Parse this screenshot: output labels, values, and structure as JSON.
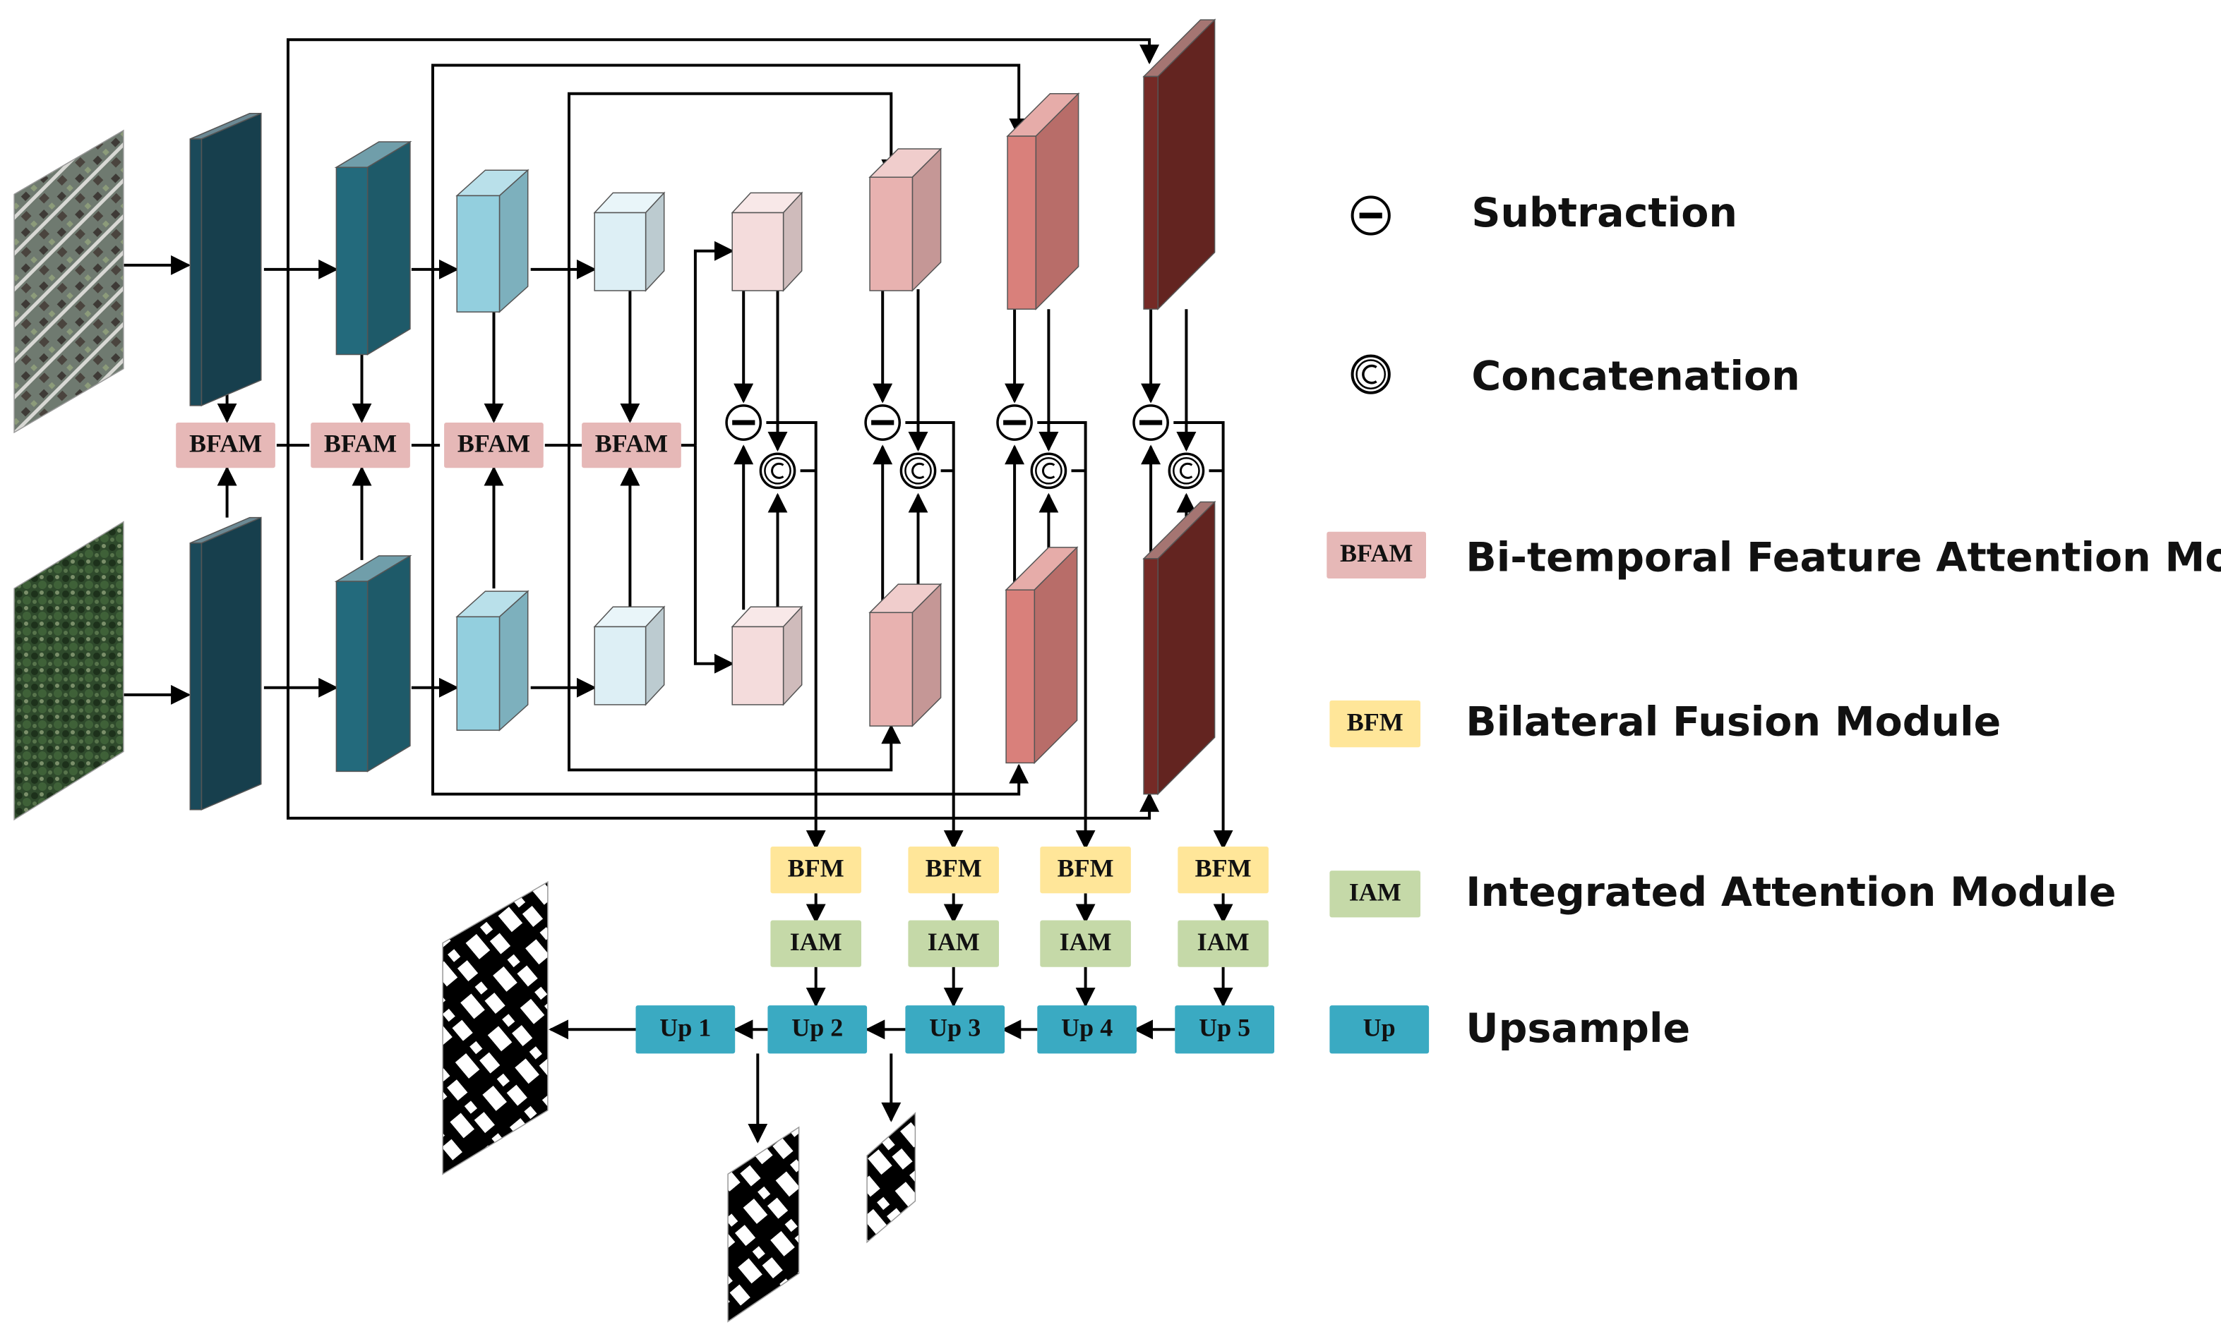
{
  "modules": {
    "bfam": "BFAM",
    "bfm": "BFM",
    "iam": "IAM",
    "up_labels": [
      "Up 1",
      "Up 2",
      "Up 3",
      "Up 4",
      "Up 5"
    ]
  },
  "symbols": {
    "subtraction": "⊖",
    "concatenation": "©"
  },
  "legend": {
    "subtraction": "Subtraction",
    "concatenation": "Concatenation",
    "bfam_box": "BFAM",
    "bfam": "Bi-temporal Feature Attention Module",
    "bfm_box": "BFM",
    "bfm": "Bilateral Fusion Module",
    "iam_box": "IAM",
    "iam": "Integrated Attention Module",
    "up_box": "Up",
    "up": "Upsample"
  },
  "colors": {
    "bfam_fill": "#e6b8b7",
    "bfm_fill": "#ffe699",
    "iam_fill": "#c5d9a8",
    "up_fill": "#3aaac2",
    "enc1": "#1b4a5a",
    "enc2": "#236a7c",
    "enc3": "#93cfde",
    "enc4": "#ddeff5",
    "dec1": "#f4dcdc",
    "dec2": "#e8b2b0",
    "dec3": "#d9807b",
    "dec4": "#752a26"
  }
}
